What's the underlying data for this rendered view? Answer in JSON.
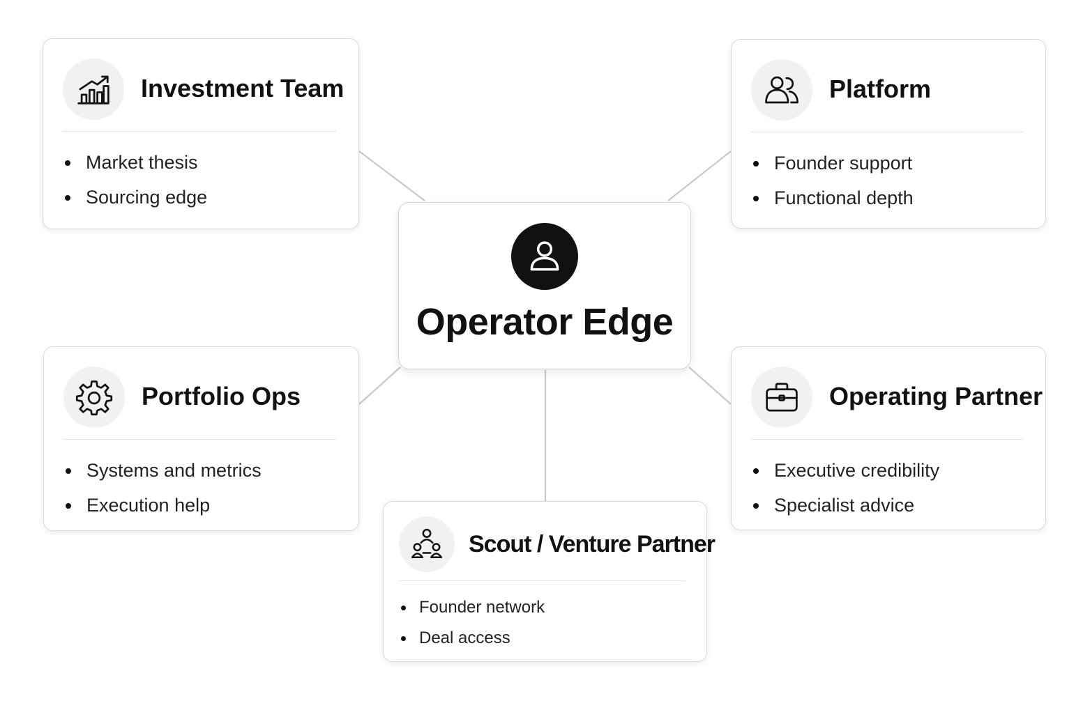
{
  "center": {
    "title": "Operator Edge",
    "icon": "user-icon"
  },
  "nodes": [
    {
      "id": "investment-team",
      "title": "Investment Team",
      "icon": "chart-growth-icon",
      "bullets": [
        "Market thesis",
        "Sourcing edge"
      ]
    },
    {
      "id": "platform",
      "title": "Platform",
      "icon": "users-icon",
      "bullets": [
        "Founder support",
        "Functional depth"
      ]
    },
    {
      "id": "portfolio-ops",
      "title": "Portfolio Ops",
      "icon": "gear-icon",
      "bullets": [
        "Systems and metrics",
        "Execution help"
      ]
    },
    {
      "id": "operating-partner",
      "title": "Operating Partner",
      "icon": "briefcase-icon",
      "bullets": [
        "Executive credibility",
        "Specialist advice"
      ]
    },
    {
      "id": "scout-venture-partner",
      "title": "Scout / Venture Partner",
      "icon": "network-icon",
      "bullets": [
        "Founder network",
        "Deal access"
      ]
    }
  ],
  "colors": {
    "text": "#111111",
    "card_border": "#d9d9d9",
    "connector": "#c9c9c9",
    "icon_background": "#f1f1f1",
    "center_icon_background": "#111111"
  }
}
